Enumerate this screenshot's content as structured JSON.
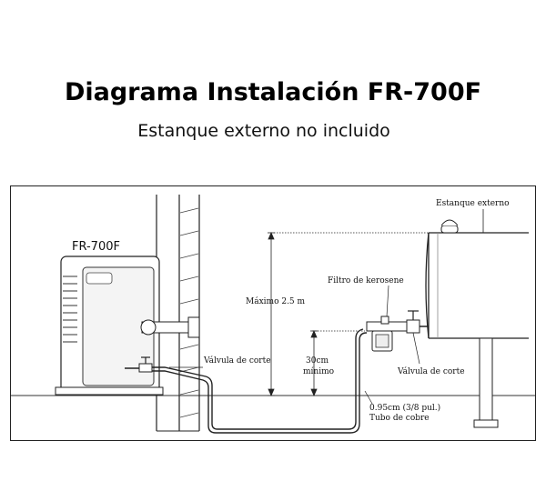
{
  "title": "Diagrama Instalación FR-700F",
  "subtitle": "Estanque externo no incluido",
  "diagram": {
    "heater_model": "FR-700F",
    "labels": {
      "external_tank": "Estanque externo",
      "filter": "Filtro de kerosene",
      "max_height": "Máximo 2.5 m",
      "shutoff_valve_left": "Válvula de corte",
      "shutoff_valve_right": "Válvula de corte",
      "min_height_value": "30cm",
      "min_height_label": "mínimo",
      "pipe_size": "0.95cm (3/8 pul.)",
      "pipe_type": "Tubo de cobre"
    }
  }
}
